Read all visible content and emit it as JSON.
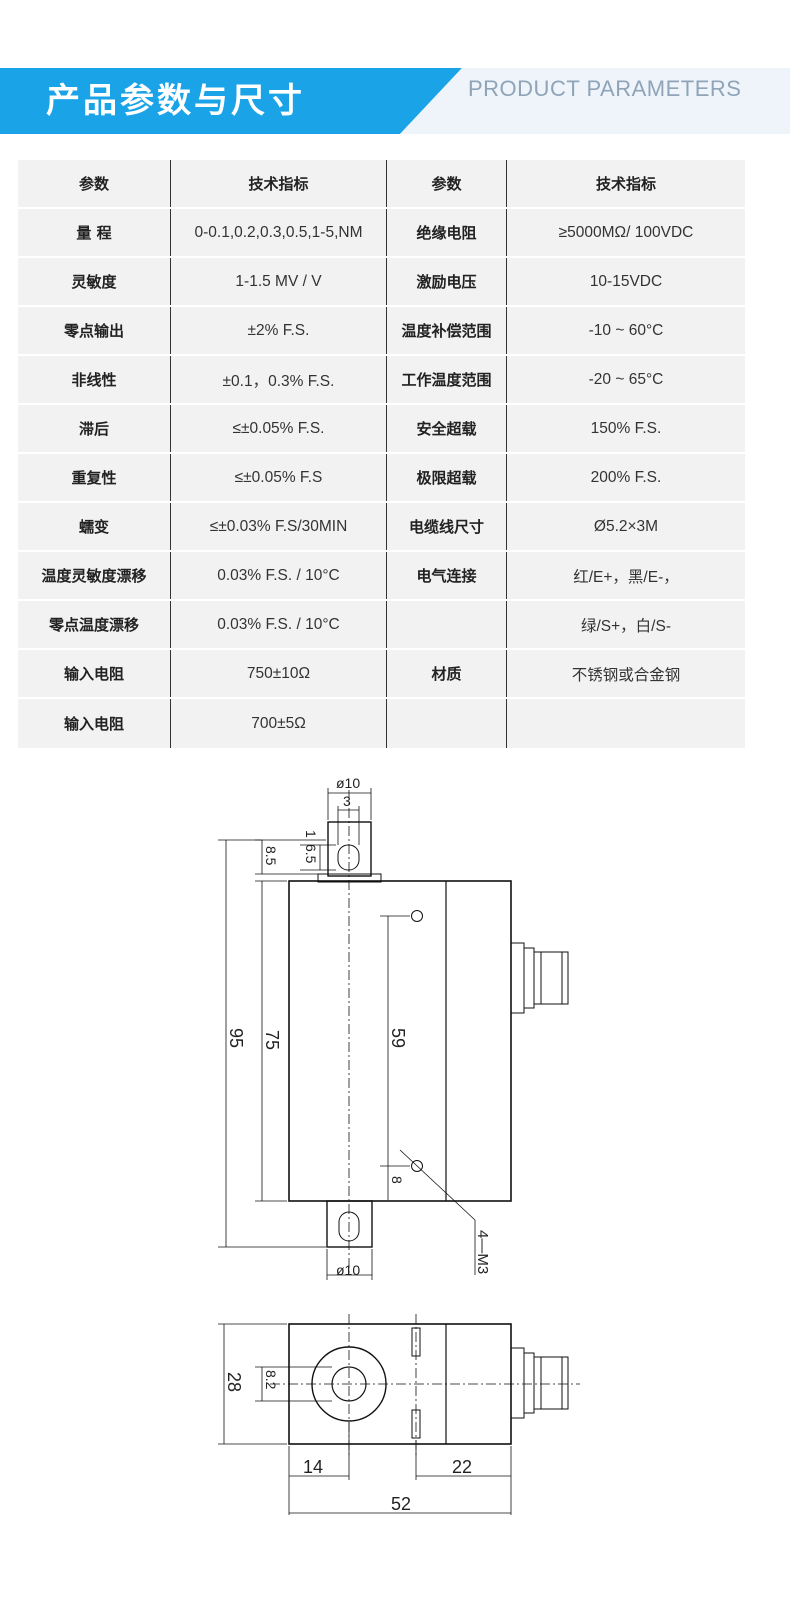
{
  "banner": {
    "title": "产品参数与尺寸",
    "subtitle_en": "PRODUCT PARAMETERS",
    "accent_color": "#1aa3e6",
    "en_color": "#8fa4b8"
  },
  "table": {
    "headers": [
      "参数",
      "技术指标",
      "参数",
      "技术指标"
    ],
    "rows": [
      [
        "量  程",
        "0-0.1,0.2,0.3,0.5,1-5,NM",
        "绝缘电阻",
        "≥5000MΩ/ 100VDC"
      ],
      [
        "灵敏度",
        "1-1.5 MV / V",
        "激励电压",
        "10-15VDC"
      ],
      [
        "零点输出",
        "±2% F.S.",
        "温度补偿范围",
        "-10 ~ 60°C"
      ],
      [
        "非线性",
        "±0.1，0.3% F.S.",
        "工作温度范围",
        "-20 ~ 65°C"
      ],
      [
        "滞后",
        "≤±0.05% F.S.",
        "安全超载",
        "150% F.S."
      ],
      [
        "重复性",
        "≤±0.05% F.S",
        "极限超载",
        "200% F.S."
      ],
      [
        "蠕变",
        "≤±0.03% F.S/30MIN",
        "电缆线尺寸",
        "Ø5.2×3M"
      ],
      [
        "温度灵敏度漂移",
        "0.03% F.S. / 10°C",
        "电气连接",
        "红/E+，黑/E-，"
      ],
      [
        "零点温度漂移",
        "0.03% F.S. / 10°C",
        "",
        "绿/S+，白/S-"
      ],
      [
        "输入电阻",
        "750±10Ω",
        "材质",
        "不锈钢或合金钢"
      ],
      [
        "输入电阻",
        "700±5Ω",
        "",
        ""
      ]
    ]
  },
  "front_view": {
    "dims": {
      "shaft_dia_top": "ø10",
      "slot_width": "3",
      "slot_offset": "1",
      "slot_length": "6.5",
      "shaft_length": "8.5",
      "total_height": "95",
      "body_height": "75",
      "hole_spacing": "59",
      "hole_offset": "8",
      "thread": "4—M3",
      "shaft_dia_bottom": "ø10"
    }
  },
  "top_view": {
    "dims": {
      "width": "28",
      "bore": "8.2",
      "left_offset": "14",
      "right_offset": "22",
      "length": "52"
    }
  }
}
